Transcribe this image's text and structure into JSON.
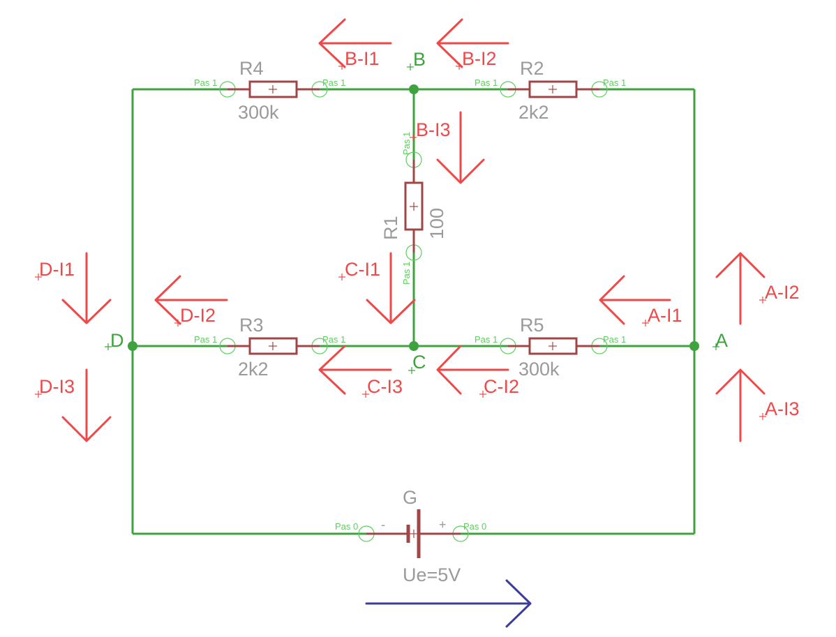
{
  "nodes": {
    "A": "A",
    "B": "B",
    "C": "C",
    "D": "D"
  },
  "components": {
    "R1": {
      "name": "R1",
      "value": "100"
    },
    "R2": {
      "name": "R2",
      "value": "2k2"
    },
    "R3": {
      "name": "R3",
      "value": "2k2"
    },
    "R4": {
      "name": "R4",
      "value": "300k"
    },
    "R5": {
      "name": "R5",
      "value": "300k"
    },
    "G": {
      "name": "G",
      "value": "Ue=5V",
      "minus": "-",
      "plus": "+"
    }
  },
  "pins": {
    "pas1": "Pas 1",
    "pas0": "Pas 0"
  },
  "currents": {
    "B_I1": "B-I1",
    "B_I2": "B-I2",
    "B_I3": "B-I3",
    "C_I1": "C-I1",
    "C_I2": "C-I2",
    "C_I3": "C-I3",
    "D_I1": "D-I1",
    "D_I2": "D-I2",
    "D_I3": "D-I3",
    "A_I1": "A-I1",
    "A_I2": "A-I2",
    "A_I3": "A-I3"
  },
  "colors": {
    "wire": "#3ea33e",
    "component": "#a04646",
    "pad": "#5ccf5c",
    "component_text": "#9a9a9a",
    "current": "#f04848",
    "direction_arrow": "#3c3c9a"
  }
}
